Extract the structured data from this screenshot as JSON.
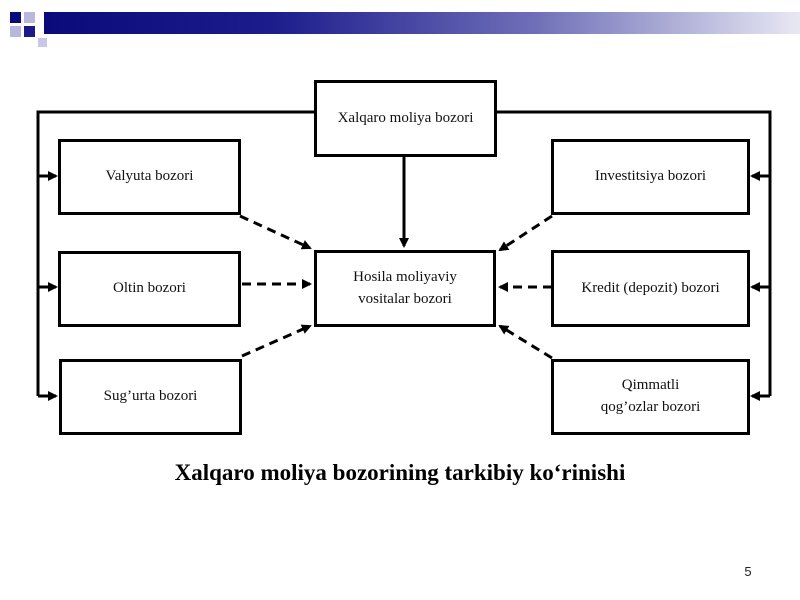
{
  "diagram": {
    "top_node": "Xalqaro moliya bozori",
    "center_node": "Hosila moliyaviy vositalar bozori",
    "left_nodes": [
      "Valyuta bozori",
      "Oltin bozori",
      "Sug’urta bozori"
    ],
    "right_nodes": [
      "Investitsiya bozori",
      "Kredit (depozit) bozori",
      "Qimmatli qog’ozlar bozori"
    ]
  },
  "caption": "Xalqaro moliya bozorining tarkibiy ko‘rinishi",
  "page_number": "5",
  "colors": {
    "header_dark": "#0a0a7a",
    "header_light": "#e8e8f4",
    "lines": "#000000"
  }
}
